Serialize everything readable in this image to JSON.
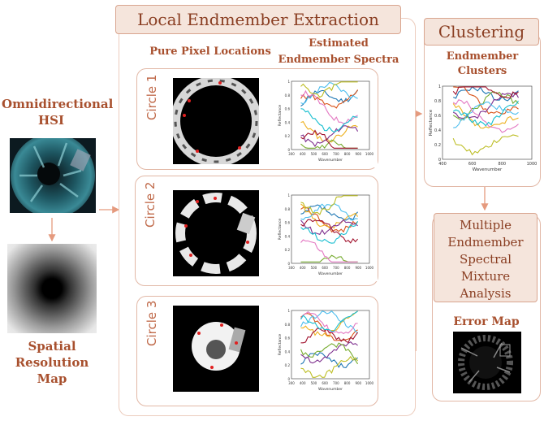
{
  "left": {
    "hsi_title": "Omnidirectional HSI",
    "hsi_icon": "omnidirectional-image",
    "resolution_title": "Spatial Resolution Map",
    "resolution_icon": "radial-gradient-map"
  },
  "local": {
    "header": "Local Endmember Extraction",
    "col_pure": "Pure Pixel Locations",
    "col_spectra_line1": "Estimated",
    "col_spectra_line2": "Endmember Spectra",
    "circles": [
      {
        "label": "Circle 1"
      },
      {
        "label": "Circle 2"
      },
      {
        "label": "Circle 3"
      }
    ],
    "plot": {
      "xlabel": "Wavenumber",
      "ylabel": "Reflectance",
      "xticks": [
        "300",
        "400",
        "500",
        "600",
        "700",
        "800",
        "900",
        "1000"
      ],
      "yticks": [
        "0",
        "0.2",
        "0.4",
        "0.6",
        "0.8",
        "1"
      ]
    }
  },
  "clustering": {
    "header": "Clustering",
    "subtitle_line1": "Endmember",
    "subtitle_line2": "Clusters",
    "plot": {
      "xlabel": "Wavenumber",
      "ylabel": "Reflectance",
      "xticks": [
        "400",
        "600",
        "800",
        "1000"
      ],
      "yticks": [
        "0",
        "0.2",
        "0.4",
        "0.6",
        "0.8",
        "1"
      ]
    }
  },
  "mesma": {
    "line1": "Multiple",
    "line2": "Endmember",
    "line3": "Spectral",
    "line4": "Mixture",
    "line5": "Analysis",
    "error_title": "Error Map"
  },
  "colors": {
    "accent": "#a8502e",
    "border": "#e2b8a6",
    "arrow": "#e59a7e"
  }
}
